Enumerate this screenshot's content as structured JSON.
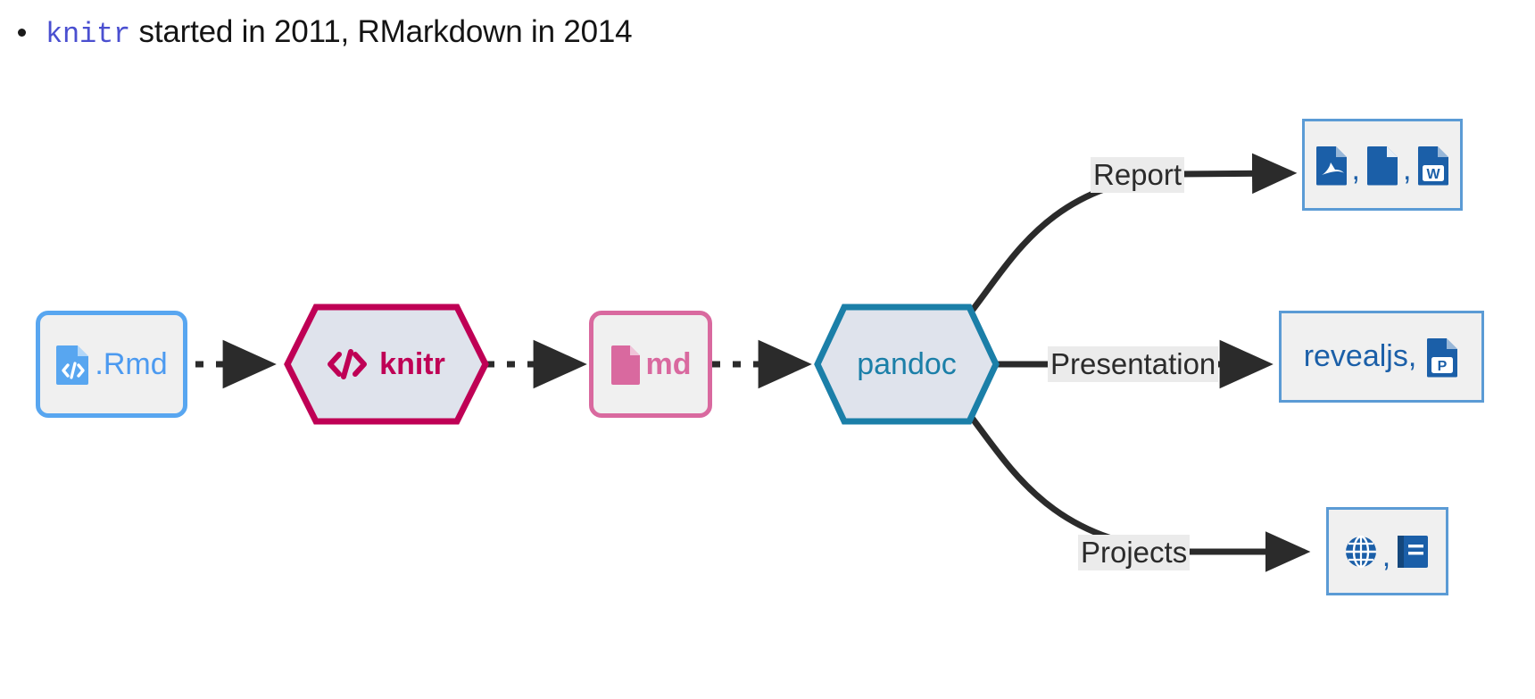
{
  "bullet": {
    "code_term": "knitr",
    "rest": " started in 2011, RMarkdown in 2014"
  },
  "colors": {
    "rmd_blue": "#58a6f0",
    "rmd_text": "#4c9af0",
    "knitr_crimson": "#bf0055",
    "md_pink": "#d9699f",
    "pandoc_teal": "#1b7fa8",
    "output_border": "#5b9bd5",
    "output_icon": "#1b5fa8",
    "hex_fill": "#dfe3ec",
    "box_fill": "#f0f0f0",
    "edge_color": "#2b2b2b",
    "edge_label_bg": "#ebebeb"
  },
  "nodes": {
    "rmd": {
      "label": ".Rmd",
      "icon": "file-code-icon",
      "shape": "rounded-rect"
    },
    "knitr": {
      "label": "knitr",
      "icon": "code-brackets-icon",
      "shape": "hexagon"
    },
    "md": {
      "label": "md",
      "icon": "file-icon",
      "shape": "rounded-rect"
    },
    "pandoc": {
      "label": "pandoc",
      "icon": "",
      "shape": "hexagon"
    },
    "report_outputs": {
      "icons": [
        "file-pdf-icon",
        "file-html-icon",
        "file-word-icon"
      ],
      "separator": ","
    },
    "presentation_outputs": {
      "label": "revealjs,",
      "icons": [
        "file-powerpoint-icon"
      ]
    },
    "projects_outputs": {
      "icons": [
        "globe-icon",
        "book-icon"
      ],
      "separator": ","
    }
  },
  "edges": [
    {
      "from": "rmd",
      "to": "knitr",
      "label": "",
      "style": "dotted"
    },
    {
      "from": "knitr",
      "to": "md",
      "label": "",
      "style": "dotted"
    },
    {
      "from": "md",
      "to": "pandoc",
      "label": "",
      "style": "dotted"
    },
    {
      "from": "pandoc",
      "to": "report_outputs",
      "label": "Report",
      "style": "solid"
    },
    {
      "from": "pandoc",
      "to": "presentation_outputs",
      "label": "Presentation",
      "style": "solid"
    },
    {
      "from": "pandoc",
      "to": "projects_outputs",
      "label": "Projects",
      "style": "solid"
    }
  ],
  "edge_labels": {
    "report": "Report",
    "presentation": "Presentation",
    "projects": "Projects"
  }
}
